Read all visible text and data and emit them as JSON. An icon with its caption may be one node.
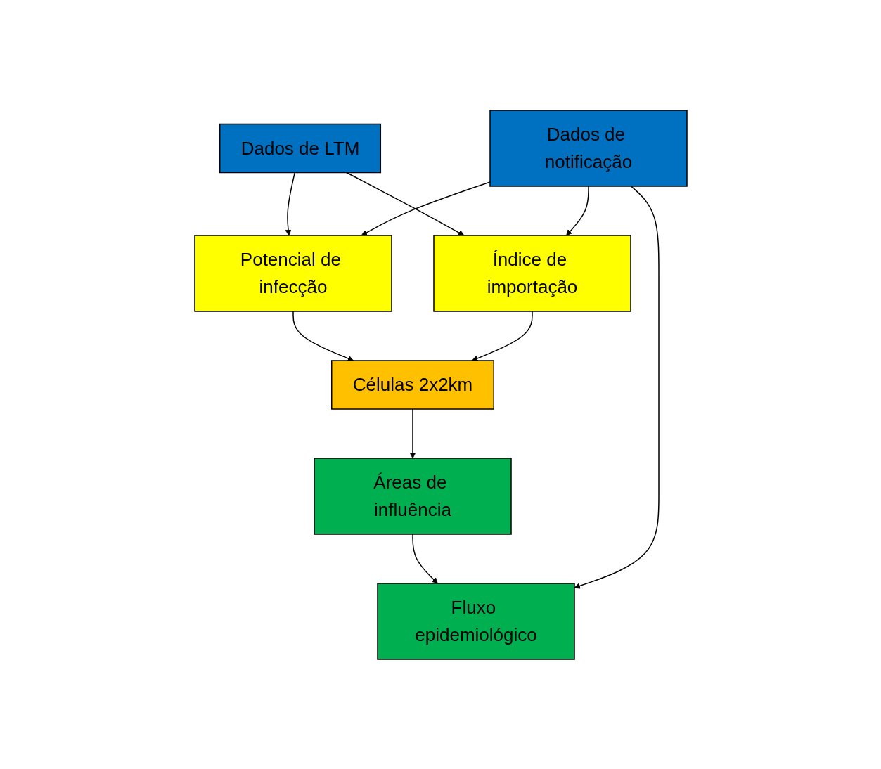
{
  "diagram": {
    "nodes": [
      {
        "text": [
          "Dados de LTM"
        ]
      },
      {
        "text": [
          "Dados de notificação"
        ]
      },
      {
        "text": [
          "Potencial de infecção"
        ]
      },
      {
        "text": [
          "Índice de importação"
        ]
      },
      {
        "text": [
          "Células 2x2km"
        ]
      },
      {
        "text": [
          "Áreas de influência"
        ]
      },
      {
        "text": [
          "Fluxo epidemiológico"
        ]
      }
    ],
    "edges": [
      {
        "from": 0,
        "to": 2,
        "arrow": "to"
      },
      {
        "from": 0,
        "to": 3,
        "arrow": "to"
      },
      {
        "from": 1,
        "to": 2,
        "arrow": "to"
      },
      {
        "from": 1,
        "to": 3,
        "arrow": "to"
      },
      {
        "from": 2,
        "to": 4,
        "arrow": "to"
      },
      {
        "from": 3,
        "to": 4,
        "arrow": "to"
      },
      {
        "from": 4,
        "to": 5,
        "arrow": "to"
      },
      {
        "from": 5,
        "to": 6,
        "arrow": "to"
      },
      {
        "from": 1,
        "to": 6,
        "arrow": "to"
      }
    ]
  }
}
